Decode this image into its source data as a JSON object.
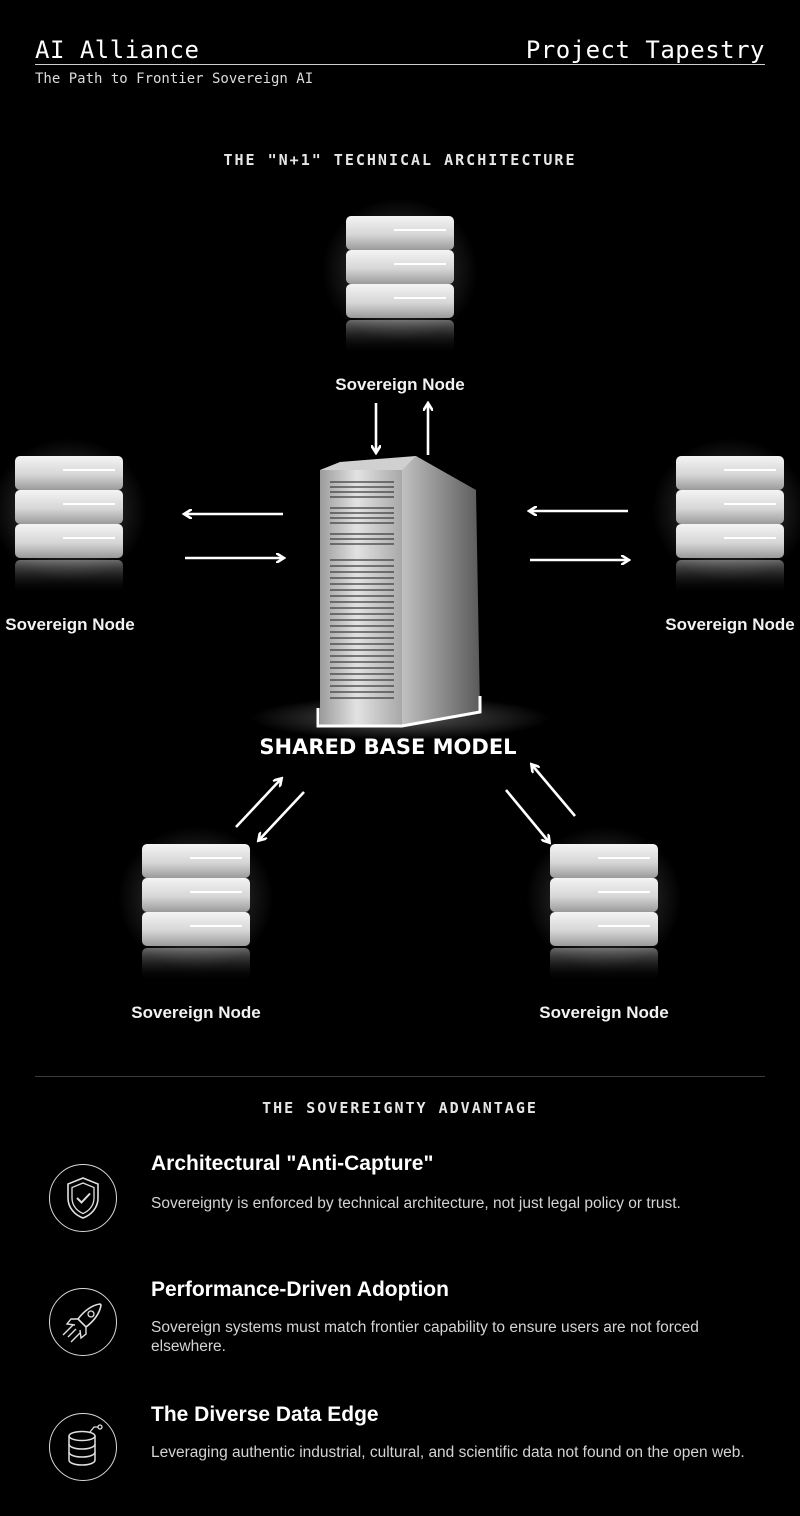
{
  "header": {
    "left_title": "AI Alliance",
    "right_title": "Project Tapestry",
    "subtitle": "The Path to Frontier Sovereign AI"
  },
  "architecture": {
    "section_title": "THE \"N+1\" TECHNICAL ARCHITECTURE",
    "center_label": "SHARED BASE MODEL",
    "nodes": [
      {
        "label": "Sovereign Node"
      },
      {
        "label": "Sovereign Node"
      },
      {
        "label": "Sovereign Node"
      },
      {
        "label": "Sovereign Node"
      },
      {
        "label": "Sovereign Node"
      }
    ]
  },
  "advantage": {
    "section_title": "THE SOVEREIGNTY ADVANTAGE",
    "items": [
      {
        "icon": "shield-check-icon",
        "title": "Architectural \"Anti-Capture\"",
        "description": "Sovereignty is enforced by technical architecture, not just legal policy or trust."
      },
      {
        "icon": "rocket-icon",
        "title": "Performance-Driven Adoption",
        "description": "Sovereign systems must match frontier capability to ensure users are not forced elsewhere."
      },
      {
        "icon": "database-icon",
        "title": "The Diverse Data Edge",
        "description": "Leveraging authentic industrial, cultural, and scientific data not found on the open web."
      }
    ]
  },
  "colors": {
    "background": "#000000",
    "text": "#ffffff",
    "server_light": "#e8e8e8",
    "glow": "#ffffff"
  }
}
